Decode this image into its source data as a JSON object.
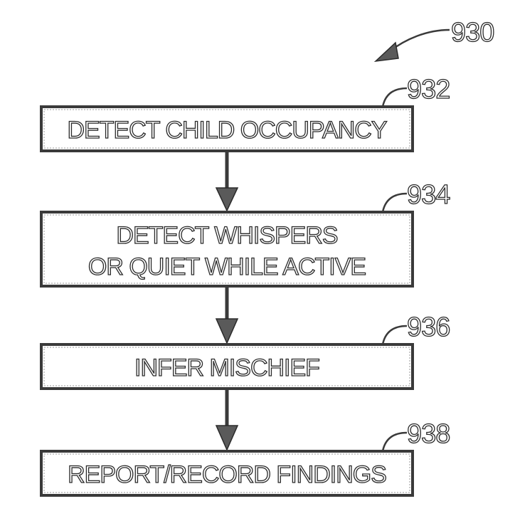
{
  "figure": {
    "ref": "930"
  },
  "steps": [
    {
      "ref": "932",
      "lines": [
        "DETECT CHILD OCCUPANCY"
      ]
    },
    {
      "ref": "934",
      "lines": [
        "DETECT WHISPERS",
        "OR QUIET WHILE ACTIVE"
      ]
    },
    {
      "ref": "936",
      "lines": [
        "INFER MISCHIEF"
      ]
    },
    {
      "ref": "938",
      "lines": [
        "REPORT/RECORD FINDINGS"
      ]
    }
  ]
}
